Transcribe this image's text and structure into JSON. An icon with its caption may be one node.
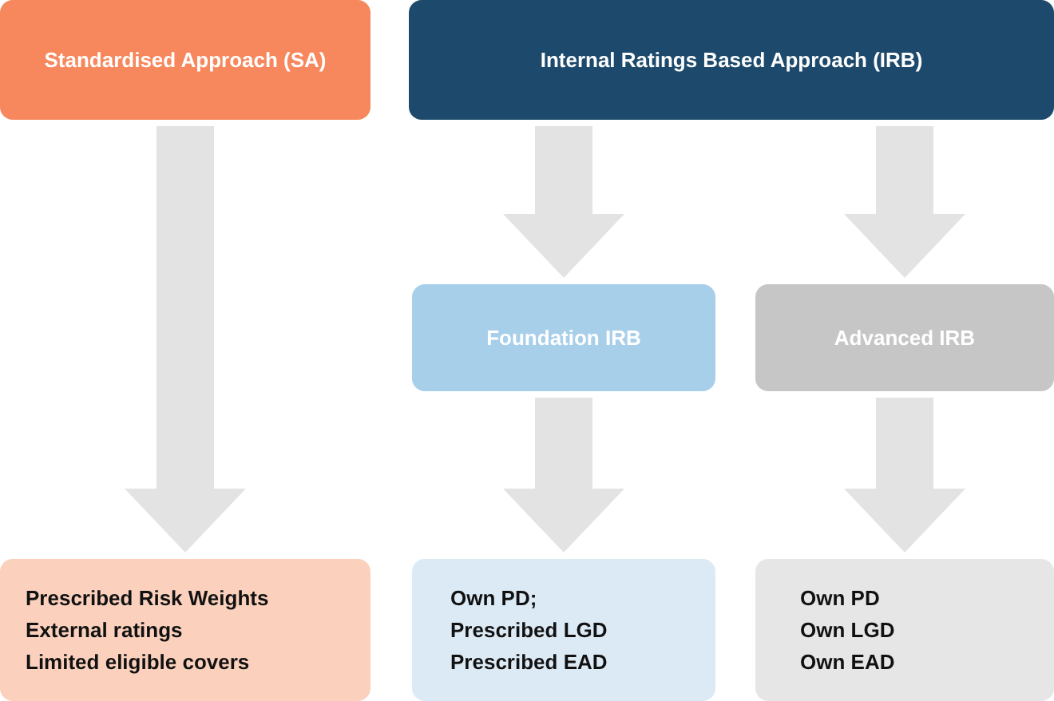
{
  "diagram": {
    "nodes": [
      {
        "text": [
          "Standardised Approach (SA)"
        ]
      },
      {
        "text": [
          "Internal Ratings Based Approach (IRB)"
        ]
      },
      {
        "text": [
          "Foundation IRB"
        ]
      },
      {
        "text": [
          "Advanced IRB"
        ]
      },
      {
        "text": [
          "Prescribed Risk Weights",
          "External ratings",
          "Limited eligible covers"
        ]
      },
      {
        "text": [
          "Own PD;",
          "Prescribed LGD",
          "Prescribed EAD"
        ]
      },
      {
        "text": [
          "Own PD",
          "Own LGD",
          "Own EAD"
        ]
      }
    ],
    "edges": [
      {
        "from": 0,
        "to": 4,
        "arrow": "to",
        "style": "thick"
      },
      {
        "from": 1,
        "to": 2,
        "arrow": "to",
        "style": "thick"
      },
      {
        "from": 1,
        "to": 3,
        "arrow": "to",
        "style": "thick"
      },
      {
        "from": 2,
        "to": 5,
        "arrow": "to",
        "style": "thick"
      },
      {
        "from": 3,
        "to": 6,
        "arrow": "to",
        "style": "thick"
      }
    ]
  }
}
